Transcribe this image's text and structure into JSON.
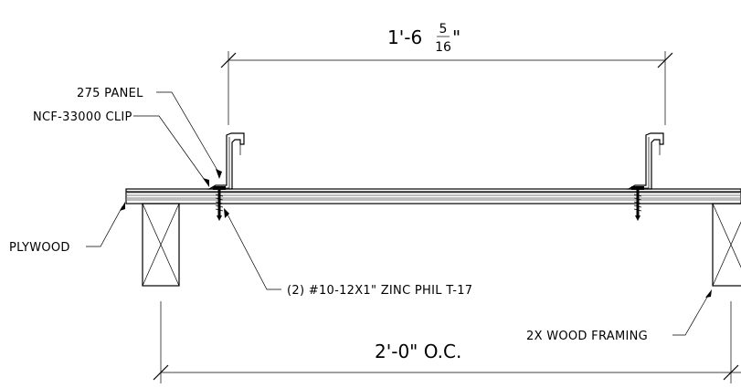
{
  "dimensions": {
    "top": {
      "whole": "1'-6",
      "numerator": "5",
      "denominator": "16",
      "suffix": "\""
    },
    "bottom": {
      "text": "2'-0\" O.C."
    }
  },
  "labels": {
    "panel": "275 PANEL",
    "clip": "NCF-33000 CLIP",
    "plywood": "PLYWOOD",
    "screw": "(2) #10-12X1\" ZINC PHIL T-17",
    "framing": "2X WOOD FRAMING"
  }
}
